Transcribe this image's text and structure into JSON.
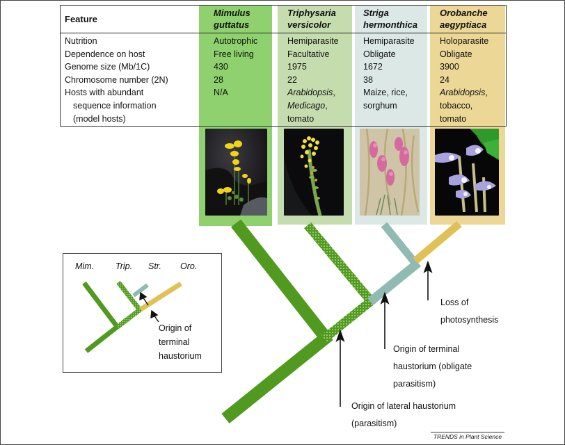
{
  "table": {
    "feature_header": "Feature",
    "species": [
      {
        "genus": "Mimulus",
        "epithet": "guttatus",
        "abbr": "Mim.",
        "color": "#8fd16e",
        "branch_color": "#4f9a1f",
        "photo": "yellow-flowers-photo"
      },
      {
        "genus": "Triphysaria",
        "epithet": "versicolor",
        "abbr": "Trip.",
        "color": "#c4dcae",
        "branch_color": "#4f9a1f",
        "photo": "yellow-spike-photo"
      },
      {
        "genus": "Striga",
        "epithet": "hermonthica",
        "abbr": "Str.",
        "color": "#dce8e6",
        "branch_color": "#8fbbb2",
        "photo": "pink-flowers-photo"
      },
      {
        "genus": "Orobanche",
        "epithet": "aegyptiaca",
        "abbr": "Oro.",
        "color": "#ecd797",
        "branch_color": "#e0c155",
        "photo": "lilac-flowers-photo"
      }
    ],
    "features": [
      {
        "label": "Nutrition",
        "values": [
          "Autotrophic",
          "Hemiparasite",
          "Hemiparasite",
          "Holoparasite"
        ]
      },
      {
        "label": "Dependence on host",
        "values": [
          "Free living",
          "Facultative",
          "Obligate",
          "Obligate"
        ]
      },
      {
        "label": "Genome size (Mb/1C)",
        "values": [
          "430",
          "1975",
          "1672",
          "3900"
        ]
      },
      {
        "label": "Chromosome number (2N)",
        "values": [
          "28",
          "22",
          "38",
          "24"
        ]
      },
      {
        "label_lines": [
          "Hosts with abundant",
          "sequence information",
          "(model hosts)"
        ],
        "values": [
          [
            {
              "t": "N/A",
              "italic": false
            }
          ],
          [
            {
              "t": "Arabidopsis",
              "italic": true,
              "suffix": ","
            },
            {
              "t": "Medicago",
              "italic": true,
              "suffix": ","
            },
            {
              "t": "tomato",
              "italic": false
            }
          ],
          [
            {
              "t": "Maize, rice,",
              "italic": false
            },
            {
              "t": "sorghum",
              "italic": false
            }
          ],
          [
            {
              "t": "Arabidopsis",
              "italic": true,
              "suffix": ","
            },
            {
              "t": "tobacco,",
              "italic": false
            },
            {
              "t": "tomato",
              "italic": false
            }
          ]
        ]
      }
    ]
  },
  "tree": {
    "annotations": {
      "lateral": [
        "Origin of lateral haustorium",
        "(parasitism)"
      ],
      "terminal": [
        "Origin of terminal",
        "haustorium (obligate",
        "parasitism)"
      ],
      "photosynthesis": [
        "Loss of",
        "photosynthesis"
      ]
    }
  },
  "inset": {
    "annotation": [
      "Origin of",
      "terminal",
      "haustorium"
    ]
  },
  "credit": "TRENDS in Plant Science"
}
